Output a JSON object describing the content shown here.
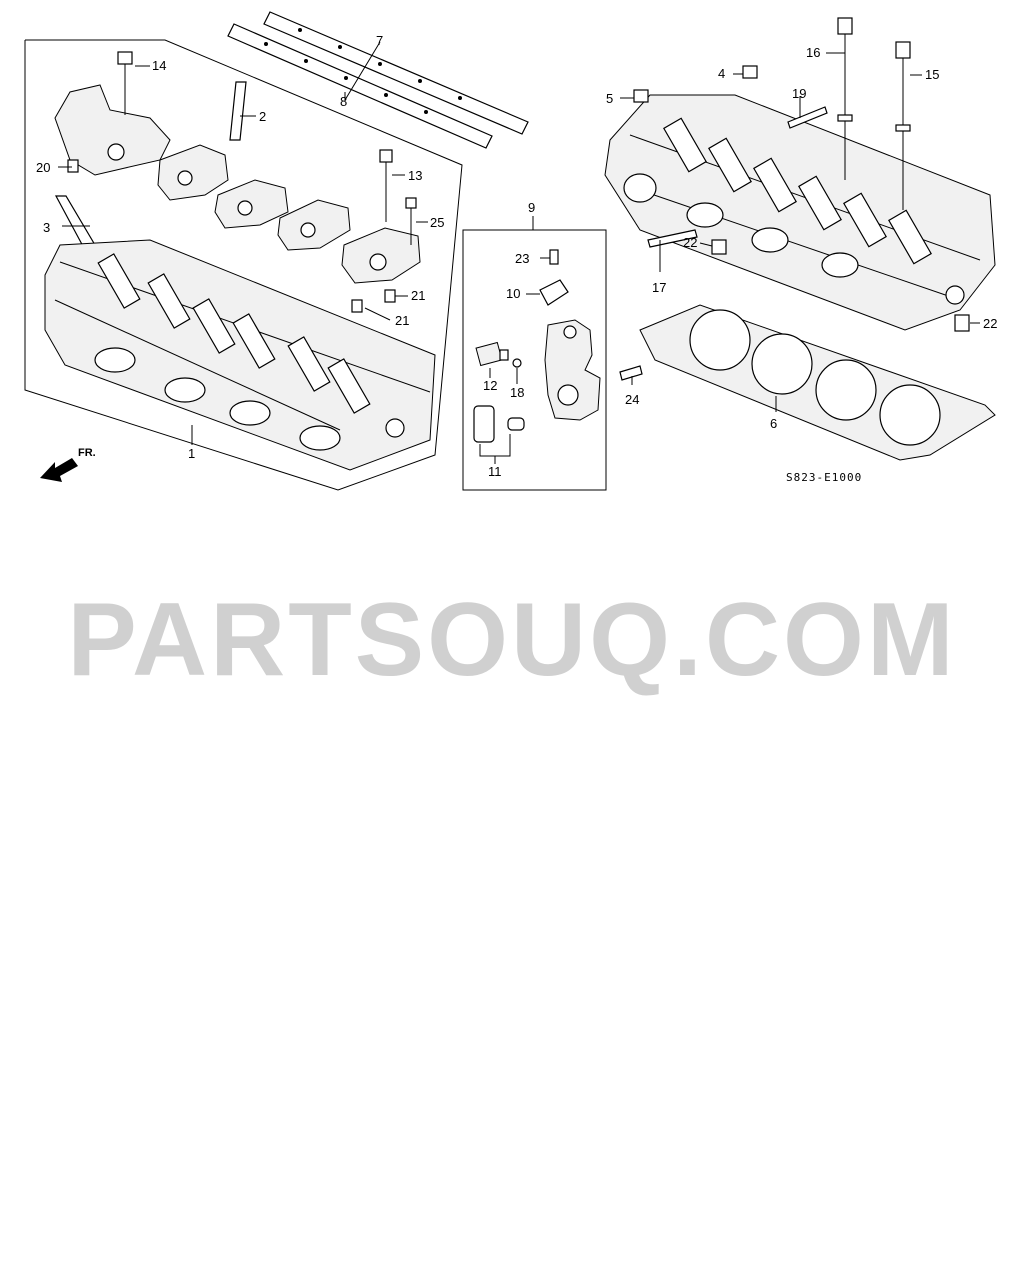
{
  "callouts": {
    "c1": "1",
    "c2": "2",
    "c3": "3",
    "c4": "4",
    "c5": "5",
    "c6": "6",
    "c7": "7",
    "c8": "8",
    "c9": "9",
    "c10": "10",
    "c11": "11",
    "c12": "12",
    "c13": "13",
    "c14": "14",
    "c15": "15",
    "c16": "16",
    "c17": "17",
    "c18": "18",
    "c19": "19",
    "c20": "20",
    "c21a": "21",
    "c21b": "21",
    "c22a": "22",
    "c22b": "22",
    "c23": "23",
    "c24": "24",
    "c25": "25"
  },
  "front_label": "FR.",
  "diagram_code": "S823-E1000",
  "watermark": "PARTSOUQ.COM"
}
